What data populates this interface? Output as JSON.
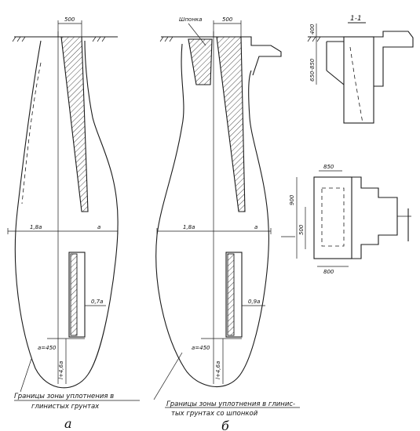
{
  "fig_a": {
    "dim_top": "500",
    "left_dist": "1,8a",
    "right_dist": "a",
    "side_dim": "0,7a",
    "bottom_dim": "a=450",
    "depth_dim": "l+4,6a",
    "caption_line1": "Границы зоны уплотнения в",
    "caption_line2": "глинистых грунтах",
    "letter": "а"
  },
  "fig_b": {
    "dim_top": "500",
    "shponka_label": "Шпонка",
    "left_dist": "1,8a",
    "right_dist": "a",
    "side_dim": "0,9a",
    "bottom_dim": "a=450",
    "depth_dim": "l+4,6a",
    "caption_line1": "Границы зоны уплотнения в глинис-",
    "caption_line2": "тых грунтах со шпонкой",
    "letter": "б"
  },
  "section": {
    "title": "1-1",
    "dim_top": "400",
    "dim_side": "650-850"
  },
  "plan": {
    "dim_top": "850",
    "dim_width": "900",
    "dim_height": "500",
    "dim_bottom": "800"
  },
  "colors": {
    "ink": "#1b1b1b",
    "paper": "#ffffff"
  }
}
